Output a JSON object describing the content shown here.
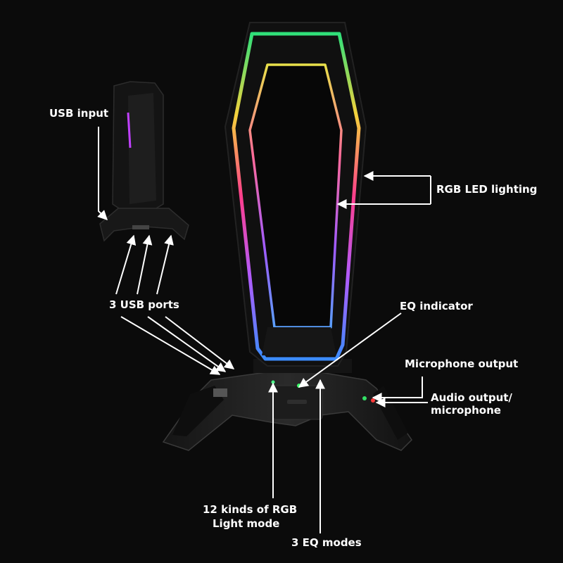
{
  "labels": {
    "usb_input": "USB input",
    "usb_ports": "3 USB ports",
    "rgb_led": "RGB LED lighting",
    "eq_indicator": "EQ indicator",
    "mic_output": "Microphone output",
    "audio_output_line1": "Audio output/",
    "audio_output_line2": "microphone",
    "rgb_modes_line1": "12 kinds of RGB",
    "rgb_modes_line2": "Light mode",
    "eq_modes": "3 EQ modes"
  },
  "colors": {
    "background": "#0b0b0b",
    "text": "#ffffff",
    "body": "#1a1a1a",
    "rgb_top": "#35e07a",
    "rgb_mid": "#ff3e8c",
    "rgb_bottom": "#3c8cff"
  }
}
